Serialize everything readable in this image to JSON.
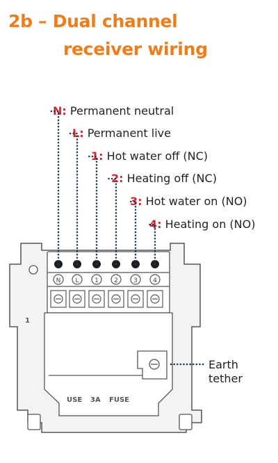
{
  "title": {
    "line1": "2b –  Dual channel",
    "line2": "receiver wiring"
  },
  "callouts": [
    {
      "key": "N:",
      "text": "Permanent neutral"
    },
    {
      "key": "L:",
      "text": "Permanent live"
    },
    {
      "key": "1:",
      "text": "Hot water off (NC)"
    },
    {
      "key": "2:",
      "text": "Heating off (NC)"
    },
    {
      "key": "3:",
      "text": "Hot water on (NO)"
    },
    {
      "key": "4:",
      "text": "Heating on (NO)"
    }
  ],
  "earth": {
    "line1": "Earth",
    "line2": "tether"
  },
  "terminal_labels": [
    "N",
    "L",
    "1",
    "2",
    "3",
    "4"
  ],
  "plate_labels": {
    "side": "1",
    "use": "USE",
    "amps": "3A",
    "fuse": "FUSE"
  },
  "colors": {
    "title": "#ef7d1a",
    "key": "#d9262e",
    "dots": "#1f3550",
    "outline": "#555555"
  }
}
